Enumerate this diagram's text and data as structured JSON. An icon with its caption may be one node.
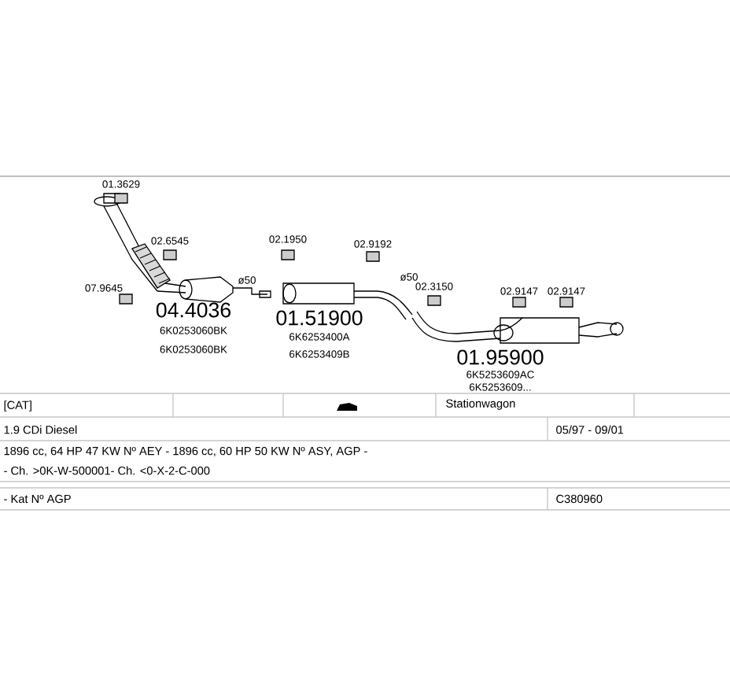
{
  "diagram": {
    "labels": [
      "01.3629",
      "02.6545",
      "07.9645",
      "04.4036",
      "6K0253060BK",
      "6K0253060BK",
      "02.1950",
      "ø50",
      "01.51900",
      "6K6253400A",
      "6K6253409B",
      "02.9192",
      "ø50",
      "02.3150",
      "02.9147",
      "02.9147",
      "01.95900",
      "6K5253609AC",
      "6K5253609...",
      "[CAT]",
      "Stationwagon",
      "1.9 CDi Diesel",
      "05/97 - 09/01",
      "1896 cc, 64 HP 47 KW Nº AEY - 1896 cc, 60 HP 50 KW Nº ASY, AGP -",
      "- Ch. >0K-W-500001- Ch. <0-X-2-C-000",
      "- Kat Nº AGP",
      "C380960"
    ]
  }
}
